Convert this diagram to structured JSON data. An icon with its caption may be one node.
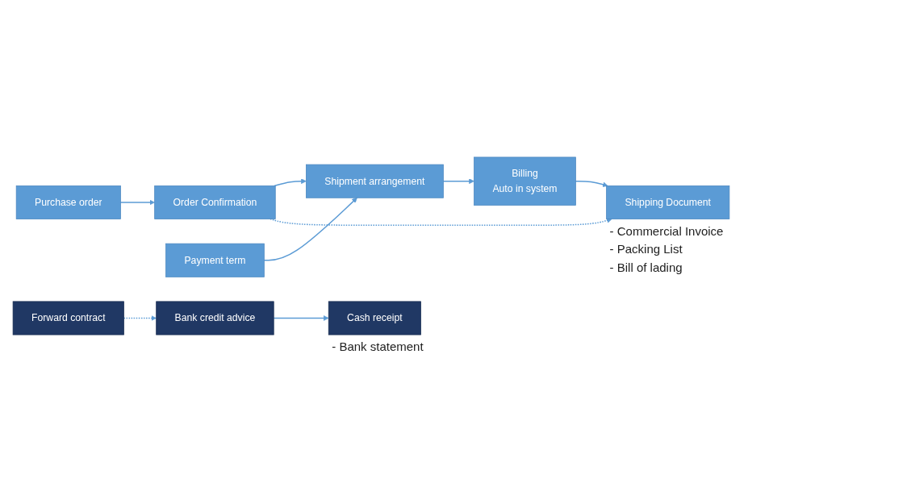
{
  "diagram": {
    "nodes": [
      {
        "text": [
          "Purchase order"
        ]
      },
      {
        "text": [
          "Order Confirmation"
        ]
      },
      {
        "text": [
          "Shipment arrangement"
        ]
      },
      {
        "text": [
          "Payment term"
        ]
      },
      {
        "text": [
          "Billing",
          "Auto in system"
        ]
      },
      {
        "text": [
          "Shipping Document"
        ],
        "beside": [
          "- Commercial Invoice",
          "- Packing List",
          "- Bill of lading"
        ]
      },
      {
        "text": [
          "Forward contract"
        ]
      },
      {
        "text": [
          "Bank credit advice"
        ]
      },
      {
        "text": [
          "Cash receipt"
        ],
        "beside": [
          "- Bank statement"
        ]
      }
    ],
    "edges": [
      {
        "from": 0,
        "to": 1,
        "arrow": "to"
      },
      {
        "from": 1,
        "to": 2,
        "arrow": "to"
      },
      {
        "from": 3,
        "to": 2,
        "arrow": "to"
      },
      {
        "from": 2,
        "to": 4,
        "arrow": "to"
      },
      {
        "from": 4,
        "to": 5,
        "arrow": "to"
      },
      {
        "from": 1,
        "to": 5,
        "arrow": "to",
        "style": "dashed"
      },
      {
        "from": 6,
        "to": 7,
        "arrow": "to",
        "style": "dashed"
      },
      {
        "from": 7,
        "to": 8,
        "arrow": "to"
      }
    ]
  }
}
